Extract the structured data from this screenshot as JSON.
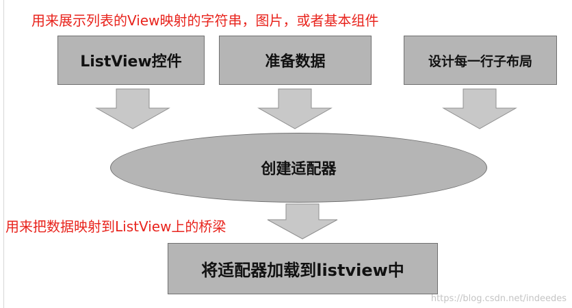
{
  "annotations": {
    "top": "用来展示列表的View映射的字符串，图片，或者基本组件",
    "bridge": "用来把数据映射到ListView上的桥梁"
  },
  "boxes": {
    "listview_widget": "ListView控件",
    "prepare_data": "准备数据",
    "row_layout": "设计每一行子布局",
    "create_adapter": "创建适配器",
    "load_adapter": "将适配器加载到listview中"
  },
  "watermark": "https://blog.csdn.net/indeedes",
  "colors": {
    "box_fill": "#b5b5b5",
    "box_border": "#6f6f6f",
    "arrow_fill": "#c8c8c8",
    "annotation_red": "#e8231c"
  }
}
